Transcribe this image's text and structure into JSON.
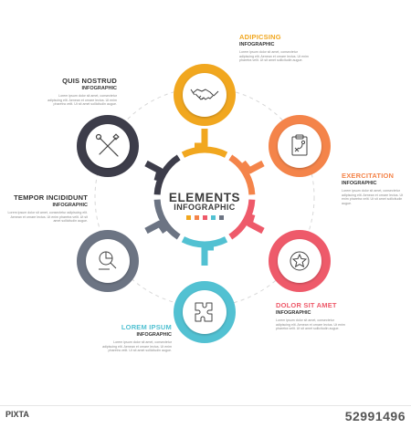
{
  "center": {
    "title": "ELEMENTS",
    "subtitle": "INFOGRAPHIC",
    "swatches": [
      "#f1a71f",
      "#f4844a",
      "#ee5a6a",
      "#52c1d2",
      "#6c7483"
    ]
  },
  "items": [
    {
      "title": "ADIPICSING",
      "subtitle": "INFOGRAPHIC",
      "body": "Lorem ipsum dolor sit amet, consectetur adipiscing elit. Aenean et ornare lectus. Ut enim pharetra velit. Ut sit amet sollicitudin augue.",
      "color": "#f1a71f",
      "icon": "handshake-icon"
    },
    {
      "title": "EXERCITATION",
      "subtitle": "INFOGRAPHIC",
      "body": "Lorem ipsum dolor sit amet, consectetur adipiscing elit. Aenean et ornare lectus. Ut enim pharetra velit. Ut sit amet sollicitudin augue.",
      "color": "#f4844a",
      "icon": "clipboard-strategy-icon"
    },
    {
      "title": "DOLOR SIT AMET",
      "subtitle": "INFOGRAPHIC",
      "body": "Lorem ipsum dolor sit amet, consectetur adipiscing elit. Aenean et ornare lectus. Ut enim pharetra velit. Ut sit amet sollicitudin augue.",
      "color": "#ee5a6a",
      "icon": "star-badge-icon"
    },
    {
      "title": "LOREM IPSUM",
      "subtitle": "INFOGRAPHIC",
      "body": "Lorem ipsum dolor sit amet, consectetur adipiscing elit. Aenean et ornare lectus. Ut enim pharetra velit. Ut sit amet sollicitudin augue.",
      "color": "#52c1d2",
      "icon": "puzzle-icon"
    },
    {
      "title": "TEMPOR INCIDIDUNT",
      "subtitle": "INFOGRAPHIC",
      "body": "Lorem ipsum dolor sit amet, consectetur adipiscing elit. Aenean et ornare lectus. Ut enim pharetra velit. Ut sit amet sollicitudin augue.",
      "color": "#6c7483",
      "icon": "chart-magnifier-icon"
    },
    {
      "title": "QUIS NOSTRUD",
      "subtitle": "INFOGRAPHIC",
      "body": "Lorem ipsum dolor sit amet, consectetur adipiscing elit. Aenean et ornare lectus. Ut enim pharetra velit. Ut sit amet sollicitudin augue.",
      "color": "#3d3d4a",
      "icon": "tools-icon"
    }
  ],
  "stock": {
    "brand": "PIXTA",
    "image_number": "52991496"
  }
}
